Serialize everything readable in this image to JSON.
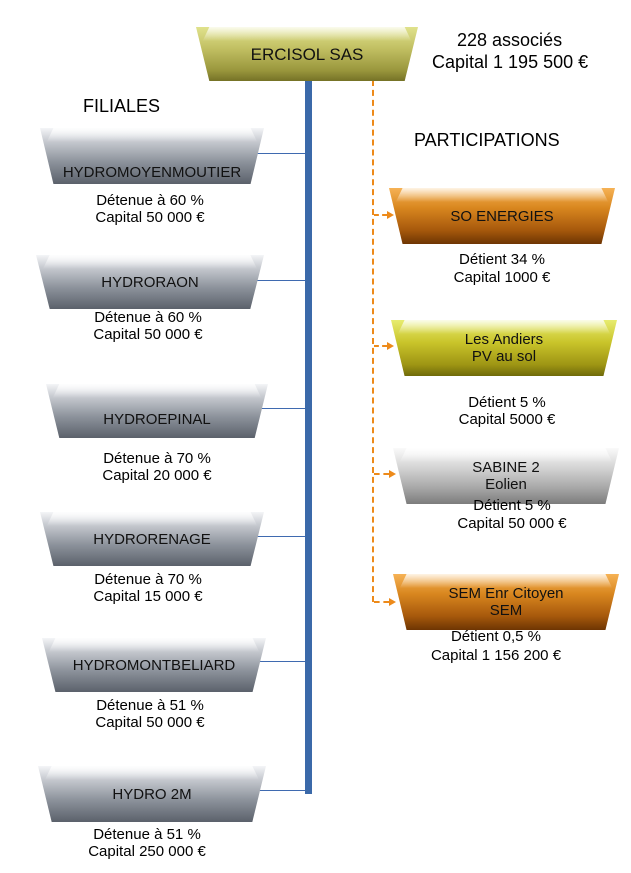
{
  "top": {
    "name": "ERCISOL SAS",
    "associates": "228 associés",
    "capital": "Capital 1 195 500 €"
  },
  "headings": {
    "filiales": "FILIALES",
    "participations": "PARTICIPATIONS"
  },
  "filiales": [
    {
      "name": "HYDROMOYENMOUTIER",
      "share": "Détenue à 60 %",
      "capital": "Capital 50 000 €"
    },
    {
      "name": "HYDRORAON",
      "share": "Détenue à 60 %",
      "capital": "Capital 50 000 €"
    },
    {
      "name": "HYDROEPINAL",
      "share": "Détenue à 70 %",
      "capital": "Capital 20 000 €"
    },
    {
      "name": "HYDRORENAGE",
      "share": "Détenue à 70 %",
      "capital": "Capital 15 000 €"
    },
    {
      "name": "HYDROMONTBELIARD",
      "share": "Détenue à 51 %",
      "capital": "Capital 50 000 €"
    },
    {
      "name": "HYDRO 2M",
      "share": "Détenue à 51 %",
      "capital": "Capital 250 000 €"
    }
  ],
  "participations": [
    {
      "name_line1": "SO ENERGIES",
      "name_line2": "",
      "share": "Détient 34 %",
      "capital": "Capital 1000 €"
    },
    {
      "name_line1": "Les Andiers",
      "name_line2": "PV au sol",
      "share": "Détient 5 %",
      "capital": "Capital 5000 €"
    },
    {
      "name_line1": "SABINE 2",
      "name_line2": "Eolien",
      "share": "Détient 5 %",
      "capital": "Capital 50 000 €"
    },
    {
      "name_line1": "SEM Enr Citoyen",
      "name_line2": "SEM",
      "share": "Détient 0,5 %",
      "capital": "Capital  1 156 200 €"
    }
  ],
  "colors": {
    "filiale_box": "#8d939c",
    "spine": "#3b69a9",
    "participation_link": "#ed8a1a",
    "so_energies_box": "#d9871f",
    "les_andiers_box": "#c9c42a",
    "sabine_box": "#a9a9a9",
    "sem_box": "#d9871f",
    "top_box": "#c1bf62"
  }
}
